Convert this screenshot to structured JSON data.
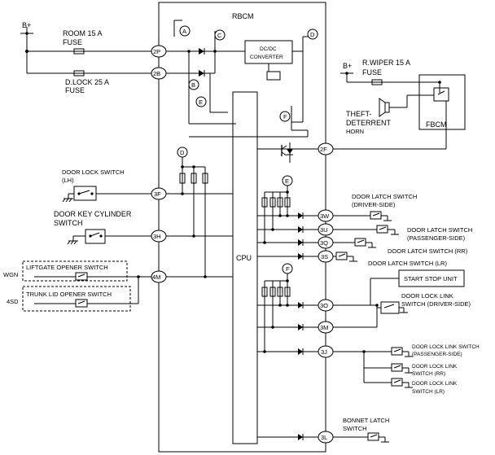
{
  "module": {
    "name": "RBCM",
    "cpu_label": "CPU",
    "dcdc_line1": "DC/DC",
    "dcdc_line2": "CONVERTER"
  },
  "fbcm": {
    "name": "FBCM"
  },
  "power": {
    "b_plus": "B+"
  },
  "fuses": {
    "room": {
      "line1": "ROOM 15 A",
      "line2": "FUSE"
    },
    "dlock": {
      "line1": "D.LOCK 25 A",
      "line2": "FUSE"
    },
    "rwiper": {
      "line1": "R.WIPER 15 A",
      "line2": "FUSE"
    }
  },
  "horn": {
    "line1": "THEFT-",
    "line2": "DETERRENT",
    "line3": "HORN"
  },
  "markers": [
    "A",
    "B",
    "C",
    "D",
    "E",
    "F"
  ],
  "pins": [
    "2P",
    "2B",
    "2F",
    "3F",
    "3H",
    "4M",
    "3W",
    "3U",
    "3Q",
    "3S",
    "3O",
    "3M",
    "3J",
    "3L"
  ],
  "switches": {
    "door_lock": {
      "line1": "DOOR LOCK SWITCH",
      "line2": "(LH)"
    },
    "door_key": {
      "line1": "DOOR KEY CYLINDER",
      "line2": "SWITCH"
    },
    "liftgate": {
      "label": "LIFTGATE OPENER SWITCH",
      "variant": "WGN"
    },
    "trunk": {
      "label": "TRUNK LID OPENER SWITCH",
      "variant": "4SD"
    },
    "latch_driver": {
      "line1": "DOOR LATCH SWITCH",
      "line2": "(DRIVER-SIDE)"
    },
    "latch_passenger": {
      "line1": "DOOR LATCH SWITCH",
      "line2": "(PASSENGER-SIDE)"
    },
    "latch_rr": {
      "label": "DOOR LATCH SWITCH (RR)"
    },
    "latch_lr": {
      "label": "DOOR LATCH SWITCH (LR)"
    },
    "start_stop": {
      "label": "START STOP UNIT"
    },
    "lock_link_driver": {
      "line1": "DOOR LOCK LINK",
      "line2": "SWITCH (DRIVER-SIDE)"
    },
    "lock_link_passenger": {
      "line1": "DOOR LOCK LINK SWITCH",
      "line2": "(PASSENGER-SIDE)"
    },
    "lock_link_rr": {
      "line1": "DOOR LOCK LINK",
      "line2": "SWITCH (RR)"
    },
    "lock_link_lr": {
      "line1": "DOOR LOCK LINK",
      "line2": "SWITCH (LR)"
    },
    "bonnet": {
      "line1": "BONNET LATCH",
      "line2": "SWITCH"
    }
  }
}
